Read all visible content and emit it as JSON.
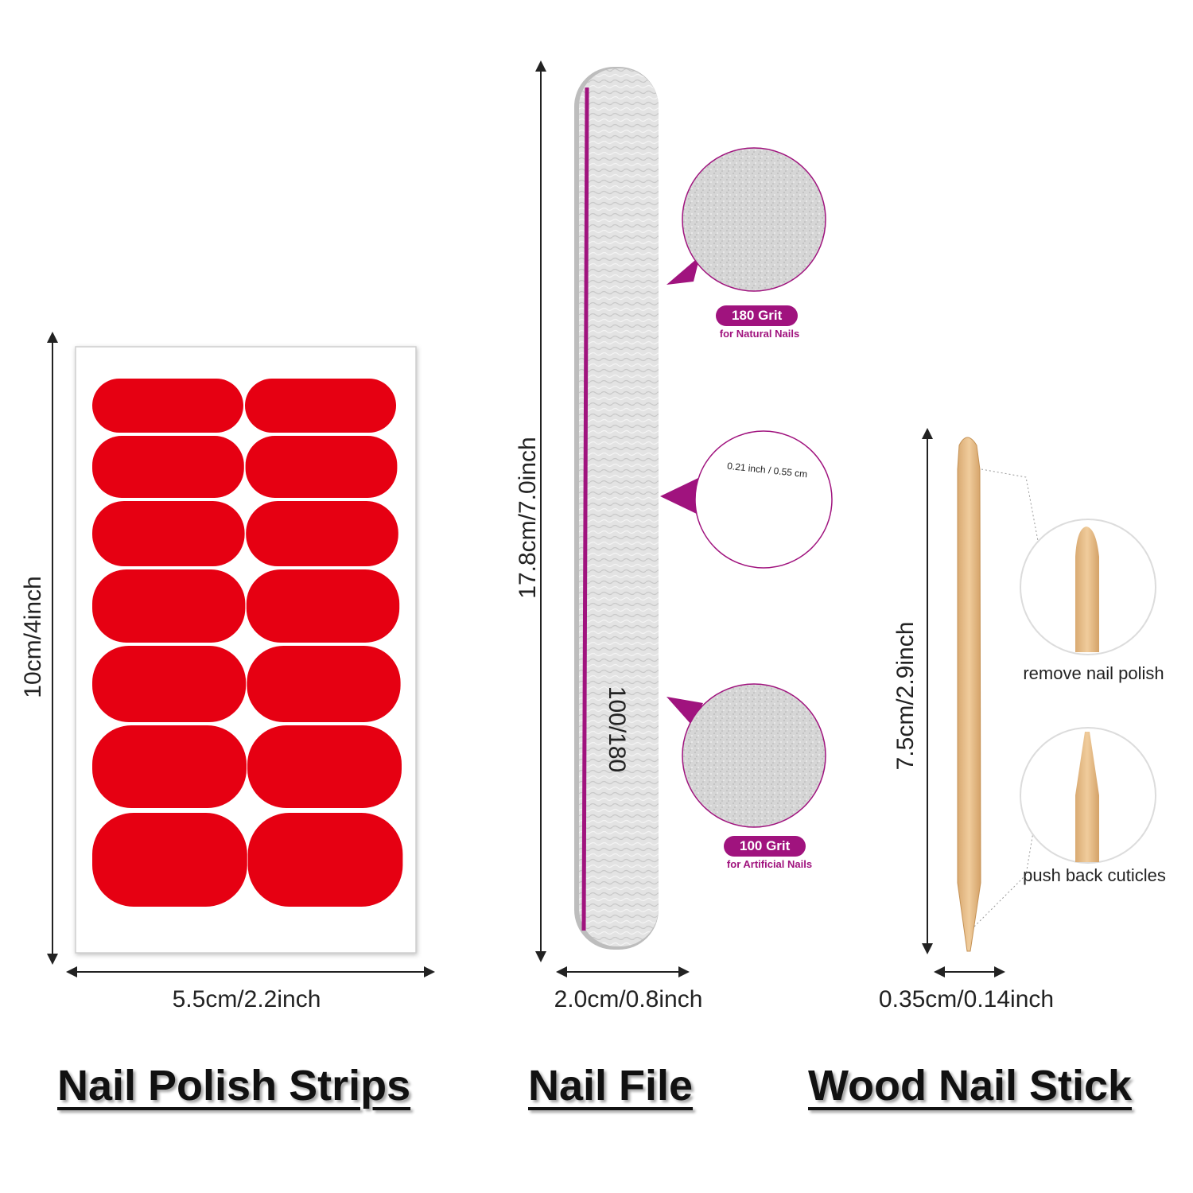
{
  "dimensions": {
    "strips_height": "10cm/4inch",
    "strips_width": "5.5cm/2.2inch",
    "file_length": "17.8cm/7.0inch",
    "file_width": "2.0cm/0.8inch",
    "stick_length": "7.5cm/2.9inch",
    "stick_width": "0.35cm/0.14inch"
  },
  "file": {
    "print": "100/180",
    "grit_180": {
      "label": "180 Grit",
      "sub": "for Natural Nails"
    },
    "grit_100": {
      "label": "100 Grit",
      "sub": "for Artificial Nails"
    },
    "thickness": "0.21 inch / 0.55 cm"
  },
  "stick": {
    "top_use": "remove nail polish",
    "bottom_use": "push back cuticles"
  },
  "titles": {
    "strips": "Nail Polish Strips",
    "file": "Nail File",
    "stick": "Wood Nail Stick"
  },
  "colors": {
    "polish_red": "#e60012",
    "accent_magenta": "#a0137e",
    "wood": "#e8c08e",
    "file_grey": "#dcdcdc"
  }
}
